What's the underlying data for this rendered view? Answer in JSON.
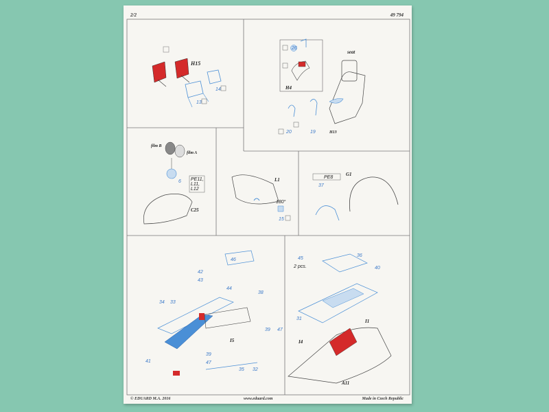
{
  "header": {
    "page": "2/2",
    "code": "49 794"
  },
  "footer": {
    "copyright": "© EDUARD  M.A. 2016",
    "website": "www.eduard.com",
    "origin": "Made in Czech Republic"
  },
  "labels": {
    "h15": "H15",
    "h4": "H4",
    "seat": "seat",
    "h13": "H13",
    "film_b": "film B",
    "film_a": "film A",
    "pe11": "PE11,",
    "l11": "L11,",
    "l12": "L12",
    "c25": "C25",
    "l1": "L1",
    "deg180": "180°",
    "pe8": "PE8",
    "g1": "G1",
    "i5": "I5",
    "i1": "I1",
    "i4": "I4",
    "a11": "A11",
    "two_pcs": "2 pcs."
  },
  "part_numbers": {
    "p14": "14",
    "p13": "13",
    "p26": "26",
    "p20": "20",
    "p19": "19",
    "p6": "6",
    "p15": "15",
    "p37": "37",
    "p46": "46",
    "p42": "42",
    "p43": "43",
    "p44": "44",
    "p38": "38",
    "p34": "34",
    "p33": "33",
    "p39a": "39",
    "p47a": "47",
    "p41": "41",
    "p39b": "39",
    "p47b": "47",
    "p35": "35",
    "p32": "32",
    "p45": "45",
    "p36": "36",
    "p40": "40",
    "p31": "31"
  },
  "colors": {
    "red_part": "#d42a2a",
    "blue_part": "#4a8fd6",
    "background": "#86c7b0",
    "paper": "#f7f6f2"
  }
}
